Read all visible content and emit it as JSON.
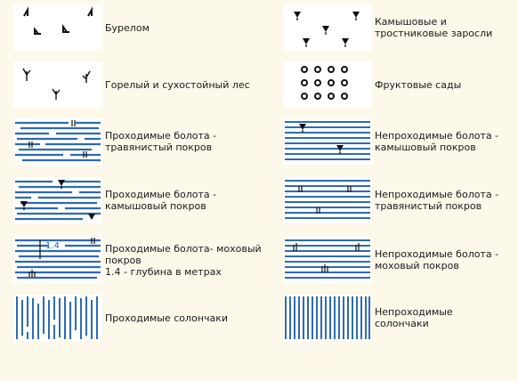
{
  "colors": {
    "background": "#fcf8ea",
    "water_blue": "#2f6bb0",
    "symbol_black": "#111111"
  },
  "legend": {
    "left": [
      {
        "icon": "windfall-icon",
        "label": "Бурелом"
      },
      {
        "icon": "burnt-forest-icon",
        "label": "Горелый и сухостойный лес"
      },
      {
        "icon": "passable-swamp-grass-icon",
        "label": "Проходимые болота -\nтравянистый покров"
      },
      {
        "icon": "passable-swamp-reed-icon",
        "label": "Проходимые болота -\nкамышовый покров"
      },
      {
        "icon": "passable-swamp-moss-icon",
        "label": "Проходимые болота- моховый\nпокров\n1.4 - глубина в метрах",
        "depth_mark": "1.4"
      },
      {
        "icon": "passable-salt-marsh-icon",
        "label": "Проходимые солончаки"
      }
    ],
    "right": [
      {
        "icon": "reed-thicket-icon",
        "label": "Камышовые и\nтростниковые заросли"
      },
      {
        "icon": "orchard-icon",
        "label": "Фруктовые сады"
      },
      {
        "icon": "impassable-swamp-reed-icon",
        "label": "Непроходимые болота -\nкамышовый покров"
      },
      {
        "icon": "impassable-swamp-grass-icon",
        "label": "Непроходимые болота -\nтравянистый покров"
      },
      {
        "icon": "impassable-swamp-moss-icon",
        "label": "Непроходимые болота -\nмоховый покров"
      },
      {
        "icon": "impassable-salt-marsh-icon",
        "label": "Непроходимые\nсолончаки"
      }
    ]
  }
}
